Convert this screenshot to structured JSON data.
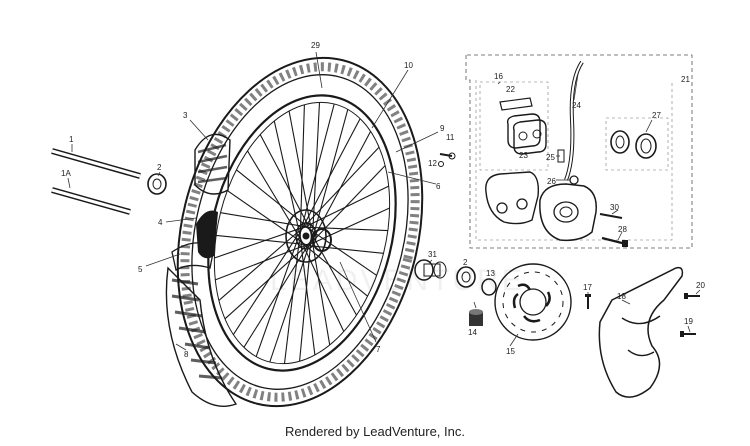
{
  "footer": "Rendered by LeadVenture, Inc.",
  "watermark": "LEADVENTURE",
  "callouts": [
    "29",
    "10",
    "3",
    "1",
    "2",
    "1A",
    "9",
    "11",
    "12",
    "6",
    "4",
    "5",
    "8",
    "7",
    "31",
    "2",
    "13",
    "14",
    "15",
    "16",
    "22",
    "23",
    "24",
    "25",
    "26",
    "21",
    "27",
    "30",
    "28",
    "17",
    "18",
    "20",
    "19"
  ]
}
